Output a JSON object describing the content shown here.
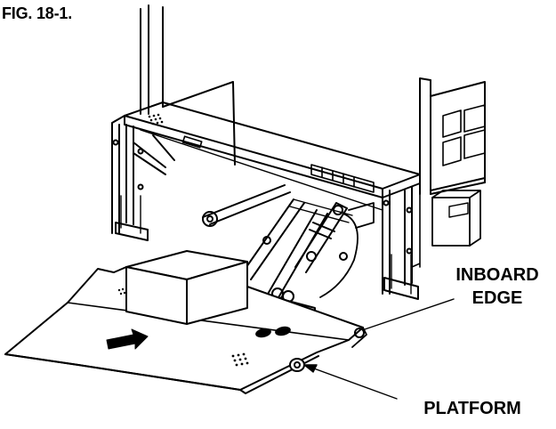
{
  "figure": {
    "label": "FIG. 18-1",
    "label_suffix": "."
  },
  "callouts": {
    "inboard_edge": {
      "line1": "INBOARD",
      "line2": "EDGE"
    },
    "platform": {
      "label": "PLATFORM"
    }
  }
}
